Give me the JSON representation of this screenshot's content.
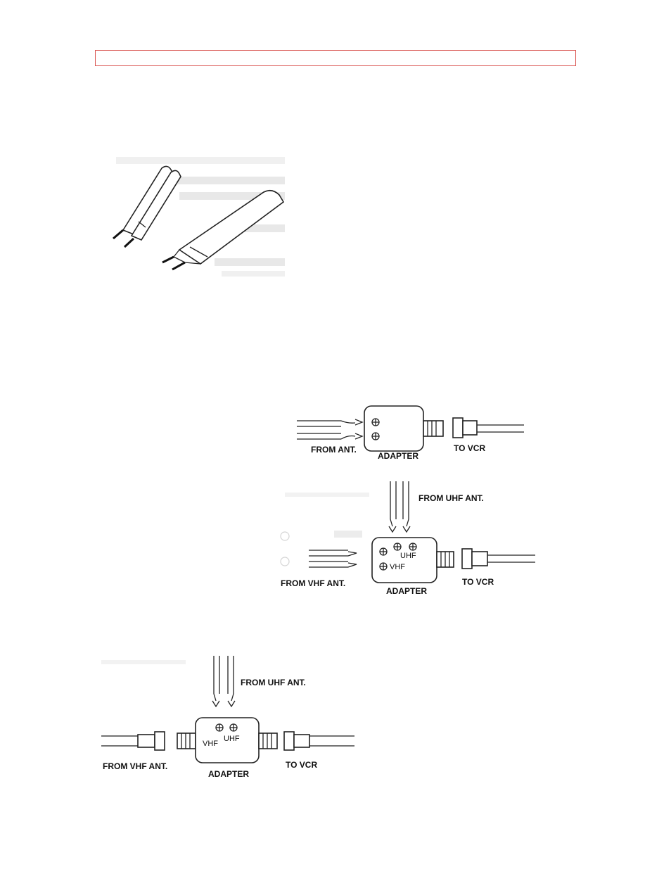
{
  "figure2": {
    "labels": {
      "from_ant": "FROM ANT.",
      "adapter": "ADAPTER",
      "to_vcr": "TO VCR"
    }
  },
  "figure3": {
    "labels": {
      "from_uhf": "FROM UHF ANT.",
      "from_vhf": "FROM VHF ANT.",
      "adapter": "ADAPTER",
      "to_vcr": "TO VCR",
      "uhf": "UHF",
      "vhf": "VHF"
    }
  },
  "figure4": {
    "labels": {
      "from_uhf": "FROM UHF ANT.",
      "from_vhf": "FROM VHF ANT.",
      "adapter": "ADAPTER",
      "to_vcr": "TO VCR",
      "uhf": "UHF",
      "vhf": "VHF"
    }
  }
}
